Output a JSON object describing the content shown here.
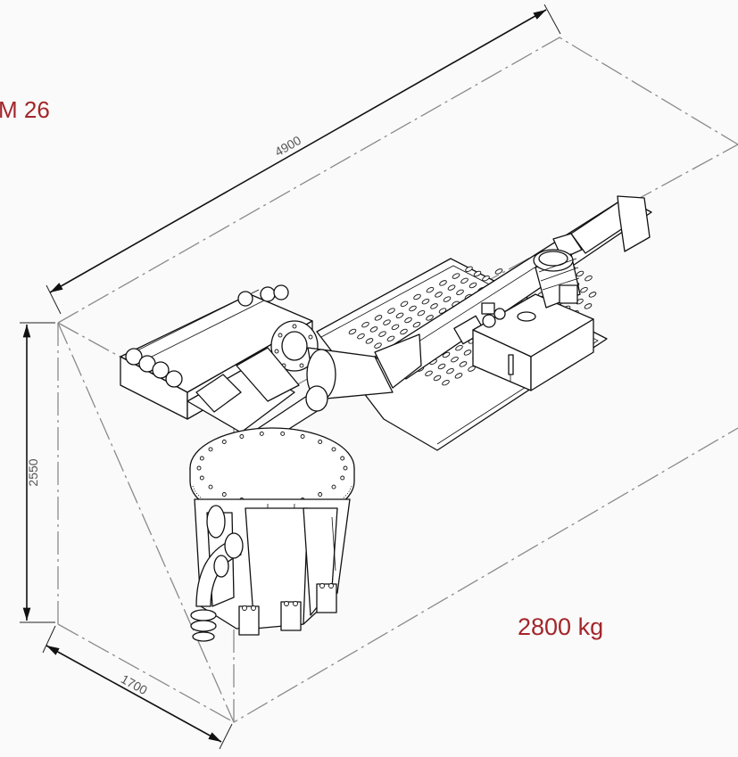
{
  "labels": {
    "model": "M 26",
    "weight": "2800 kg"
  },
  "dimensions": {
    "length": "4900",
    "height": "2550",
    "width": "1700"
  },
  "colors": {
    "accent": "#a3262b",
    "background": "#fafafa",
    "line": "#111111",
    "box_dash": "#8a8a8a"
  }
}
